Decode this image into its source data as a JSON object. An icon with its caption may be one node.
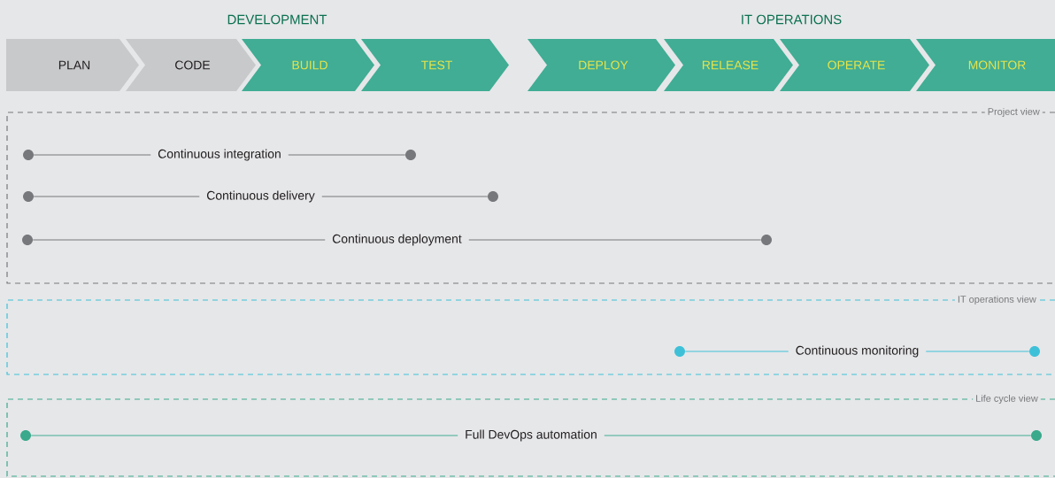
{
  "diagram": {
    "nodes": [
      {
        "text": [
          "PLAN"
        ]
      },
      {
        "text": [
          "CODE"
        ]
      },
      {
        "text": [
          "BUILD"
        ]
      },
      {
        "text": [
          "TEST"
        ]
      },
      {
        "text": [
          "DEPLOY"
        ]
      },
      {
        "text": [
          "RELEASE"
        ]
      },
      {
        "text": [
          "OPERATE"
        ]
      },
      {
        "text": [
          "MONITOR"
        ]
      },
      {
        "text": [
          "Project view"
        ]
      },
      {
        "text": [
          "IT operations view"
        ]
      },
      {
        "text": [
          "Life cycle view"
        ]
      },
      {
        "text": [],
        "shape": "circle",
        "in": 8
      },
      {
        "text": [],
        "shape": "circle",
        "in": 8
      },
      {
        "text": [],
        "shape": "circle",
        "in": 8
      },
      {
        "text": [],
        "shape": "circle",
        "in": 8
      },
      {
        "text": [],
        "shape": "circle",
        "in": 8
      },
      {
        "text": [],
        "shape": "circle",
        "in": 8
      },
      {
        "text": [],
        "shape": "circle",
        "in": 9
      },
      {
        "text": [],
        "shape": "circle",
        "in": 9
      },
      {
        "text": [],
        "shape": "circle",
        "in": 10
      },
      {
        "text": [],
        "shape": "circle",
        "in": 10
      }
    ],
    "edges": [
      {
        "from": 11,
        "to": 12,
        "arrow": "none",
        "label": "Continuous integration"
      },
      {
        "from": 13,
        "to": 14,
        "arrow": "none",
        "label": "Continuous delivery"
      },
      {
        "from": 15,
        "to": 16,
        "arrow": "none",
        "label": "Continuous deployment"
      },
      {
        "from": 17,
        "to": 18,
        "arrow": "none",
        "label": "Continuous monitoring",
        "color": "#3ec1d8"
      },
      {
        "from": 19,
        "to": 20,
        "arrow": "none",
        "label": "Full DevOps automation",
        "color": "#40ad94"
      }
    ],
    "labels": [
      "DEVELOPMENT",
      "IT OPERATIONS"
    ]
  }
}
